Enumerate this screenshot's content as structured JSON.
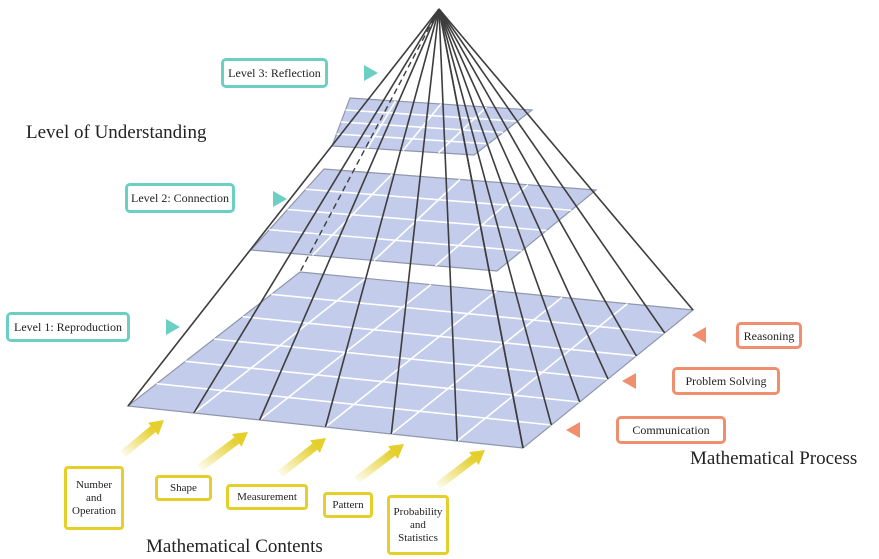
{
  "title": "Level of Understanding",
  "levels": [
    {
      "label": "Level 3: Reflection"
    },
    {
      "label": "Level 2: Connection"
    },
    {
      "label": "Level 1: Reproduction"
    }
  ],
  "process": {
    "heading": "Mathematical Process",
    "items": [
      {
        "label": "Reasoning"
      },
      {
        "label": "Problem Solving"
      },
      {
        "label": "Communication"
      }
    ]
  },
  "contents": {
    "heading": "Mathematical Contents",
    "items": [
      {
        "label": "Number and Operation"
      },
      {
        "label": "Shape"
      },
      {
        "label": "Measurement"
      },
      {
        "label": "Pattern"
      },
      {
        "label": "Probability and Statistics"
      }
    ]
  },
  "colors": {
    "plane_fill": "#c3cdeb",
    "plane_stroke": "#8f97ad",
    "grid_line": "#ffffff",
    "edge": "#3d3d3d",
    "level_accent": "#6ccfc4",
    "process_accent": "#ef8f6d",
    "content_accent": "#e4cf2b"
  }
}
